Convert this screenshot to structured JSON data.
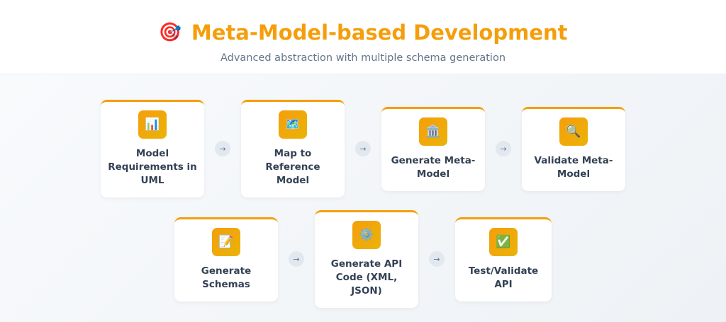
{
  "header": {
    "icon": "🎯",
    "title": "Meta-Model-based Development",
    "subtitle": "Advanced abstraction with multiple schema generation"
  },
  "arrow": "→",
  "steps": [
    {
      "icon": "📊",
      "icon_name": "bar-chart-icon",
      "label": "Model Requirements in UML"
    },
    {
      "icon": "🗺️",
      "icon_name": "map-icon",
      "label": "Map to Reference Model"
    },
    {
      "icon": "🏛️",
      "icon_name": "classical-building-icon",
      "label": "Generate Meta-Model"
    },
    {
      "icon": "🔍",
      "icon_name": "magnifier-icon",
      "label": "Validate Meta-Model"
    },
    {
      "icon": "📝",
      "icon_name": "memo-icon",
      "label": "Generate Schemas"
    },
    {
      "icon": "⚙️",
      "icon_name": "gear-icon",
      "label": "Generate API Code (XML, JSON)"
    },
    {
      "icon": "✅",
      "icon_name": "check-mark-icon",
      "label": "Test/Validate API"
    }
  ],
  "colors": {
    "accent": "#f59e0b",
    "text": "#334155",
    "subtitle": "#64748b"
  }
}
